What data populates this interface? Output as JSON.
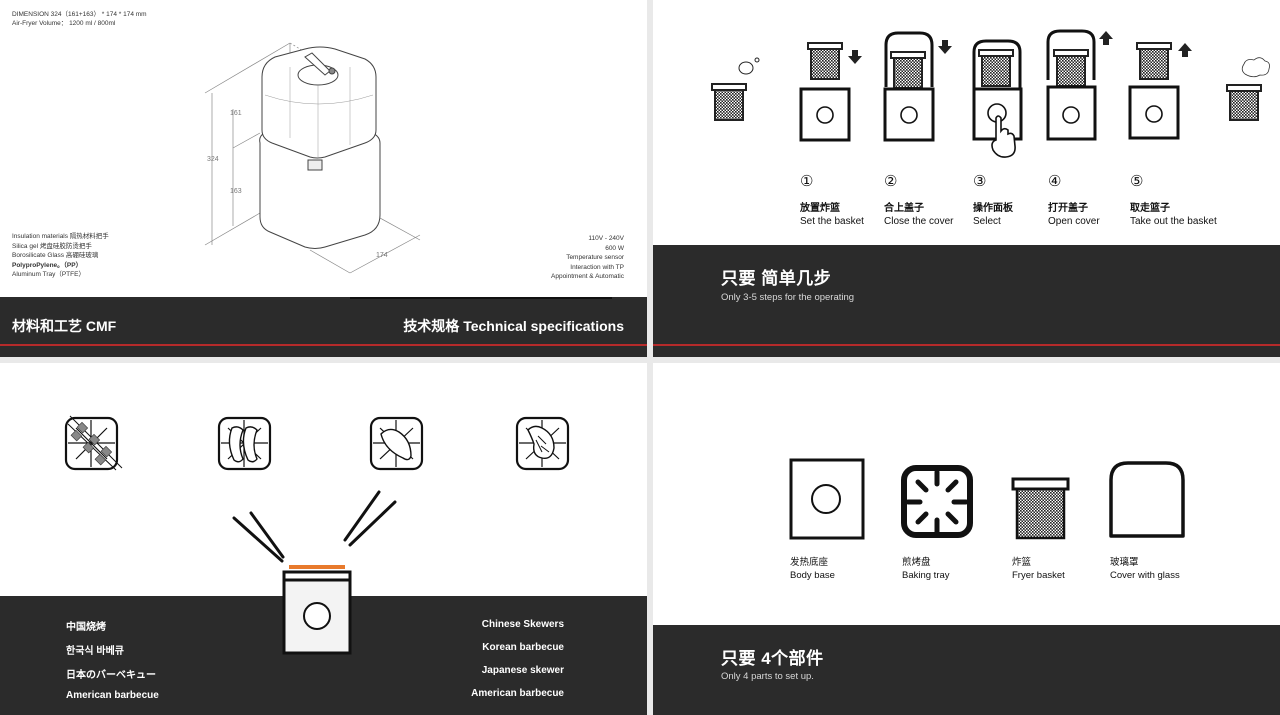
{
  "panel_cmf": {
    "dimension_line": "DIMENSION  324（161+163） * 174 * 174 mm",
    "volume_line": "Air-Fryer Volume： 1200 ml / 800ml",
    "dims": {
      "upper": "161",
      "lower": "163",
      "total": "324",
      "width": "174"
    },
    "materials": [
      "Insulation materials 隔热材料把手",
      "Silica gel 烤盘硅胶防烫把手",
      "Borosilicate Glass  高硼硅玻璃",
      "PolyproPylene。（PP）",
      "Aluminum Tray（PTFE）"
    ],
    "specs": [
      "110V - 240V",
      "600 W",
      "Temperature sensor",
      "Interaction with TP",
      "Appointment & Automatic"
    ],
    "band_left": "材料和工艺 CMF",
    "band_right": "技术规格 Technical specifications"
  },
  "panel_steps": {
    "steps": [
      {
        "num": "①",
        "cn": "放置炸篮",
        "en": "Set the basket"
      },
      {
        "num": "②",
        "cn": "合上盖子",
        "en": "Close the cover"
      },
      {
        "num": "③",
        "cn": "操作面板",
        "en": "Select"
      },
      {
        "num": "④",
        "cn": "打开盖子",
        "en": "Open cover"
      },
      {
        "num": "⑤",
        "cn": "取走篮子",
        "en": "Take out the basket"
      }
    ],
    "title": "只要 简单几步",
    "subtitle": "Only 3-5 steps for the operating"
  },
  "panel_bbq": {
    "icons": [
      "chinese-skewers-icon",
      "sausage-icon",
      "sweet-potato-icon",
      "chicken-leg-icon"
    ],
    "left_labels": [
      "中国烧烤",
      "한국식 바베큐",
      "日本のバーベキュー",
      "American barbecue"
    ],
    "right_labels": [
      "Chinese Skewers",
      "Korean barbecue",
      "Japanese skewer",
      "American barbecue"
    ],
    "accent_color": "#e87a2c"
  },
  "panel_parts": {
    "parts": [
      {
        "cn": "发热底座",
        "en": "Body base"
      },
      {
        "cn": "煎烤盘",
        "en": "Baking tray"
      },
      {
        "cn": "炸篮",
        "en": "Fryer basket"
      },
      {
        "cn": "玻璃罩",
        "en": "Cover with glass"
      }
    ],
    "title": "只要 4个部件",
    "subtitle": "Only 4 parts to set up."
  },
  "colors": {
    "band": "#2b2b2b",
    "red_line": "#b52a2a",
    "gap": "#e9e9e9"
  }
}
